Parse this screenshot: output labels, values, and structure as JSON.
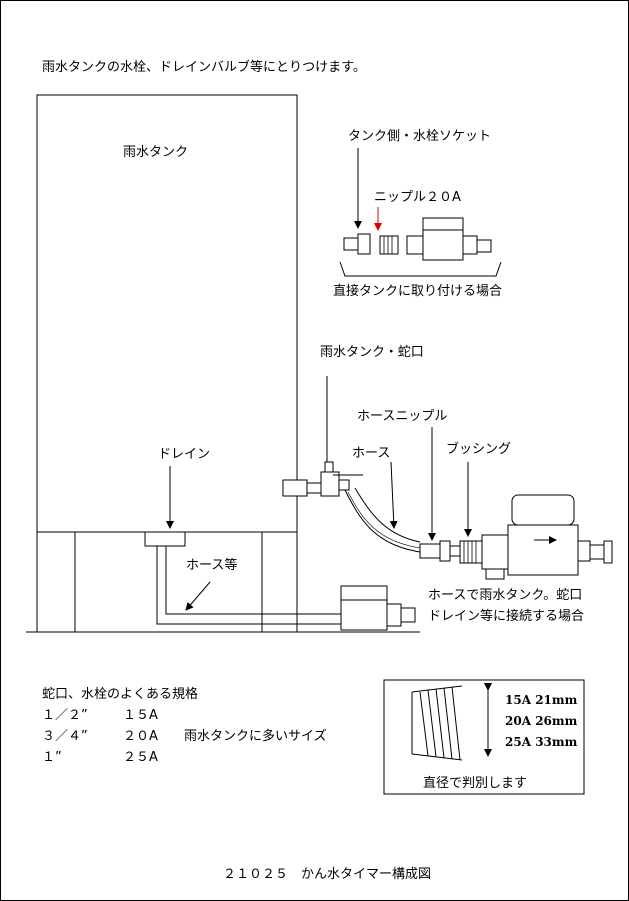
{
  "header": {
    "text": "雨水タンクの水栓、ドレインバルブ等にとりつけます。"
  },
  "tank": {
    "label": "雨水タンク"
  },
  "direct": {
    "socket_label": "タンク側・水栓ソケット",
    "nipple_label": "ニップル２０A",
    "case_label": "直接タンクに取り付ける場合"
  },
  "faucet": {
    "label": "雨水タンク・蛇口"
  },
  "hose_nipple": {
    "label": "ホースニップル"
  },
  "hose": {
    "label": "ホース"
  },
  "bushing": {
    "label": "ブッシング"
  },
  "drain": {
    "label": "ドレイン"
  },
  "hose_etc": {
    "label": "ホース等"
  },
  "connect_case": {
    "line1": "ホースで雨水タンク。蛇口",
    "line2": "ドレイン等に接続する場合"
  },
  "sizes": {
    "title": "蛇口、水栓のよくある規格",
    "rows": [
      {
        "inch": "１／２”",
        "size": "１５A",
        "note": ""
      },
      {
        "inch": "３／４”",
        "size": "２０A",
        "note": "雨水タンクに多いサイズ"
      },
      {
        "inch": "１”",
        "size": "２５A",
        "note": ""
      }
    ]
  },
  "diameter": {
    "values": [
      "15A 21mm",
      "20A 26mm",
      "25A 33mm"
    ],
    "caption": "直径で判別します"
  },
  "footer": {
    "text": "２１０２５　かん水タイマー構成図"
  },
  "colors": {
    "line": "#000000",
    "accent_arrow": "#e00000"
  }
}
